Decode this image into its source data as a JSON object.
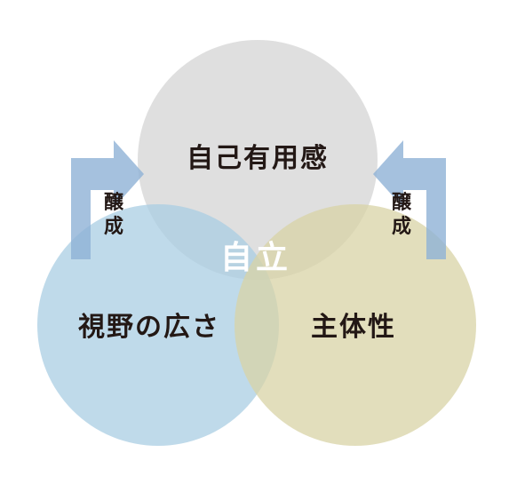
{
  "diagram": {
    "circles": [
      {
        "id": "top",
        "label": "自己有用感",
        "color": "#d9d9d9"
      },
      {
        "id": "left",
        "label": "視野の広さ",
        "color": "#a9cde3"
      },
      {
        "id": "right",
        "label": "主体性",
        "color": "#ddd9b4"
      }
    ],
    "center_label": "自立",
    "arrows": [
      {
        "side": "left",
        "label_top": "醸",
        "label_bottom": "成",
        "color": "#8fb2d6"
      },
      {
        "side": "right",
        "label_top": "醸",
        "label_bottom": "成",
        "color": "#8fb2d6"
      }
    ]
  }
}
